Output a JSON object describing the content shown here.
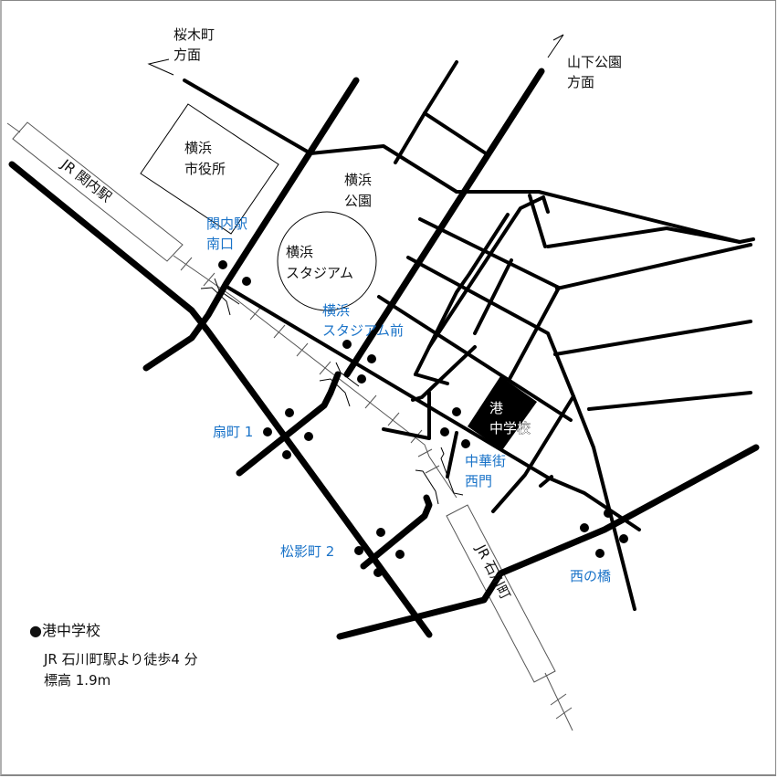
{
  "map": {
    "directions": {
      "sakuragicho": [
        "桜木町",
        "方面"
      ],
      "yamashita": [
        "山下公園",
        "方面"
      ]
    },
    "landmarks": {
      "city_hall": [
        "横浜",
        "市役所"
      ],
      "park": [
        "横浜",
        "公園"
      ],
      "stadium": [
        "横浜",
        "スタジアム"
      ],
      "school": [
        "港",
        "中学校"
      ]
    },
    "stations": {
      "kannai": "JR 関内駅",
      "ishikawacho": "JR 石川町"
    },
    "stops": {
      "kannai_south": [
        "関内駅",
        "南口"
      ],
      "stadium_mae": [
        "横浜",
        "スタジアム前"
      ],
      "ogimachi": "扇町 1",
      "chinatown_west": [
        "中華街",
        "西門"
      ],
      "matsukagecho": "松影町 2",
      "nishinohashi": "西の橋"
    },
    "colors": {
      "stop_label": "#1a73c8",
      "road": "#000000",
      "school_block": "#000000"
    }
  },
  "info": {
    "title": "●港中学校",
    "access": "JR 石川町駅より徒歩4 分",
    "elevation": "標高 1.9m"
  }
}
